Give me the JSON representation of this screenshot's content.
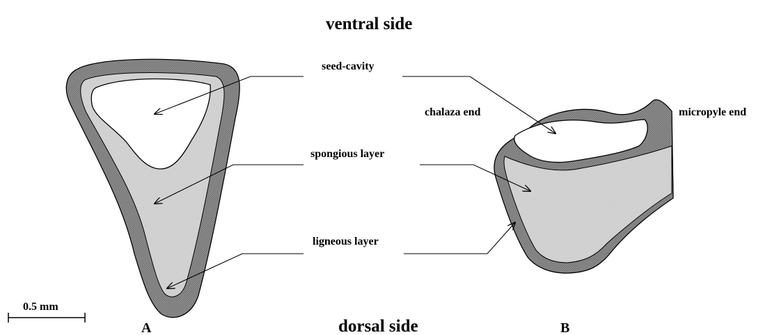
{
  "orientation": {
    "top": "ventral side",
    "bottom": "dorsal side"
  },
  "callouts": {
    "seed_cavity": "seed-cavity",
    "spongious_layer": "spongious layer",
    "ligneous_layer": "ligneous layer",
    "chalaza_end": "chalaza end",
    "micropyle_end": "micropyle end"
  },
  "panels": {
    "a": "A",
    "b": "B"
  },
  "scale_bar": {
    "label": "0.5 mm"
  },
  "colors": {
    "ligneous_layer": "#8c8c8c",
    "spongious_layer": "#d4d4d4",
    "seed_cavity": "#ffffff",
    "outline": "#000000"
  }
}
